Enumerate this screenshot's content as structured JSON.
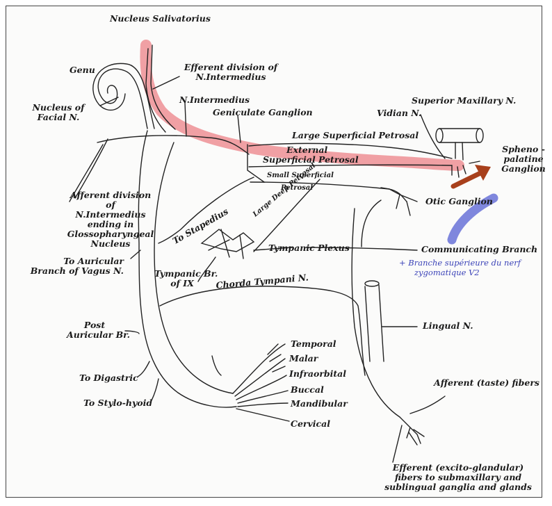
{
  "labels": {
    "nucleus_salivatorius": "Nucleus Salivatorius",
    "efferent_division_1": "Efferent division of",
    "efferent_division_2": "N.Intermedius",
    "genu": "Genu",
    "nucleus_facial_1": "Nucleus of",
    "nucleus_facial_2": "Facial N.",
    "n_intermedius": "N.Intermedius",
    "geniculate_ganglion": "Geniculate Ganglion",
    "superior_maxillary": "Superior Maxillary N.",
    "vidian": "Vidian N.",
    "large_superficial_petrosal": "Large Superficial Petrosal",
    "external_1": "External",
    "external_2": "Superficial Petrosal",
    "spheno_1": "Spheno -",
    "spheno_2": "palatine",
    "spheno_3": "Ganglion",
    "small_superficial": "Small Superficial",
    "petrosal": "Petrosal",
    "large_deep_petrosal": "Large Deep Petrosal",
    "otic_ganglion": "Otic Ganglion",
    "afferent_1": "Afferent division",
    "afferent_2": "of",
    "afferent_3": "N.Intermedius",
    "afferent_4": "ending in",
    "afferent_5": "Glossopharyngeal",
    "afferent_6": "Nucleus",
    "to_stapedius": "To Stapedius",
    "tympanic_plexus": "Tympanic Plexus",
    "communicating_branch": "Communicating Branch",
    "blue_note_1": "+ Branche supérieure du nerf",
    "blue_note_2": "zygomatique V2",
    "to_auricular_1": "To Auricular",
    "to_auricular_2": "Branch of Vagus N.",
    "tympanic_br_1": "Tympanic Br.",
    "tympanic_br_2": "of IX",
    "chorda_tympani": "Chorda Tympani N.",
    "lingual": "Lingual N.",
    "post_auricular_1": "Post",
    "post_auricular_2": "Auricular Br.",
    "temporal": "Temporal",
    "malar": "Malar",
    "infraorbital": "Infraorbital",
    "to_digastric": "To Digastric",
    "buccal": "Buccal",
    "mandibular": "Mandibular",
    "to_stylo_hyoid": "To Stylo-hyoid",
    "cervical": "Cervical",
    "afferent_taste": "Afferent (taste) fibers",
    "efferent_excito_1": "Efferent (excito-glandular)",
    "efferent_excito_2": "fibers to submaxillary and",
    "efferent_excito_3": "sublingual ganglia and glands"
  },
  "colors": {
    "nerve": "#222222",
    "red_highlight": "#e8555c",
    "blue_highlight": "#4a55d0",
    "arrow": "#a8401c",
    "annotation_text": "#3b43b8"
  }
}
